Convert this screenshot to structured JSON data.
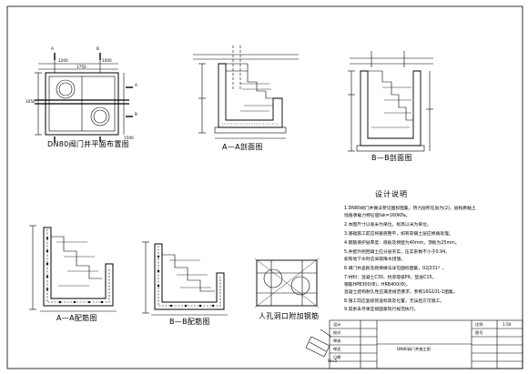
{
  "sheet": {
    "titles": {
      "plan": "DN80阀门井平面布置图",
      "section_aa": "A—A剖面图",
      "section_bb": "B—B剖面图",
      "rebar_aa": "A—A配筋图",
      "rebar_bb": "B—B配筋图",
      "manhole": "人孔洞口附加钢筋",
      "detail": "W=1"
    },
    "section_markers": {
      "a": "A",
      "b": "B"
    },
    "plan_dims": [
      "1200",
      "1750",
      "1000",
      "1050",
      "1500"
    ],
    "notes": {
      "title": "设计说明",
      "items": [
        "1.DN80阀门井做法参见国标图集，持力层所在层为(2)，层粉质黏土",
        "  地基承载力特征值fak=160KPa。",
        "2.本图尺寸以毫米为单位，标高以米为单位。",
        "3.基础施工前应将基底整平，如有软弱土层应换填处理。",
        "4.钢筋保护层厚度：底板及侧壁为40mm，顶板为25mm。",
        "5.井壁外侧回填土应分层夯实，压实系数不小于0.94。",
        "  如有地下水时应采取降水措施。",
        "6.阀门井盖板及爬梯做法详见国标图集，02J331？。",
        "7.材料：混凝土C30，抗渗等级P6，垫层C15。",
        "  钢筋HPB300(Φ)，HRB400(Φ)。",
        "  混凝土结构耐久性应满足规范要求，参照16G101-1图集。",
        "8.施工前应复核管道标高及位置，无误后方可施工。",
        "9.其余未尽事宜按国家现行规范执行。"
      ]
    },
    "title_block": {
      "project": "DN80阀门井施工图",
      "scale": "1:50",
      "labels": [
        "设计",
        "校对",
        "审核",
        "审定",
        "日期",
        "比例",
        "图号"
      ]
    }
  }
}
